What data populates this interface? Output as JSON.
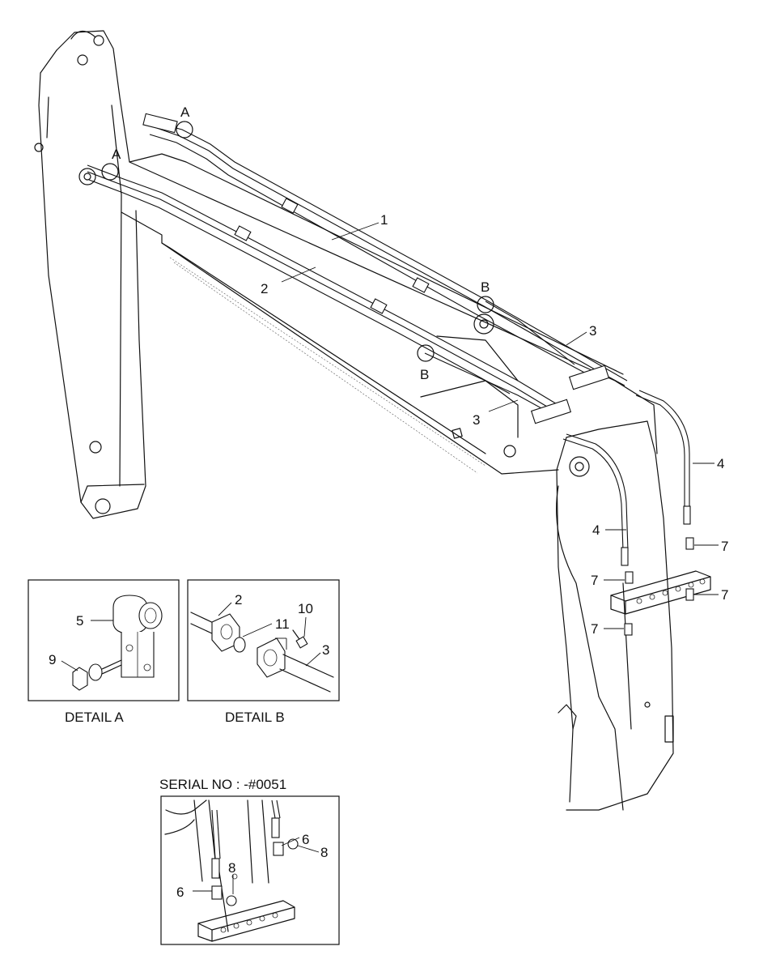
{
  "callouts": {
    "c1": "1",
    "c2": "2",
    "c3a": "3",
    "c3b": "3",
    "c4a": "4",
    "c4b": "4",
    "c7a": "7",
    "c7b": "7",
    "c7c": "7",
    "c7d": "7",
    "cA1": "A",
    "cA2": "A",
    "cB1": "B",
    "cB2": "B"
  },
  "detail_a": {
    "caption": "DETAIL A",
    "c5": "5",
    "c9": "9"
  },
  "detail_b": {
    "caption": "DETAIL B",
    "c2": "2",
    "c10": "10",
    "c11": "11",
    "c3": "3"
  },
  "serial_inset": {
    "title": "SERIAL NO : -#0051",
    "c6a": "6",
    "c6b": "6",
    "c8a": "8",
    "c8b": "8"
  }
}
